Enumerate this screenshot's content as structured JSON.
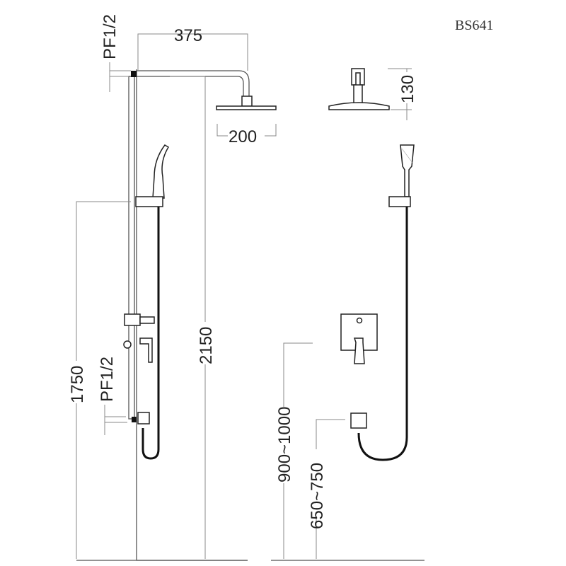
{
  "model": "BS641",
  "dimensions": {
    "arm_length": "375",
    "head_diameter": "200",
    "head_drop": "130",
    "total_height": "2150",
    "rail_height": "1750",
    "inlet_top": "PF1/2",
    "inlet_bottom": "PF1/2",
    "valve_height": "900~1000",
    "outlet_height": "650~750"
  }
}
